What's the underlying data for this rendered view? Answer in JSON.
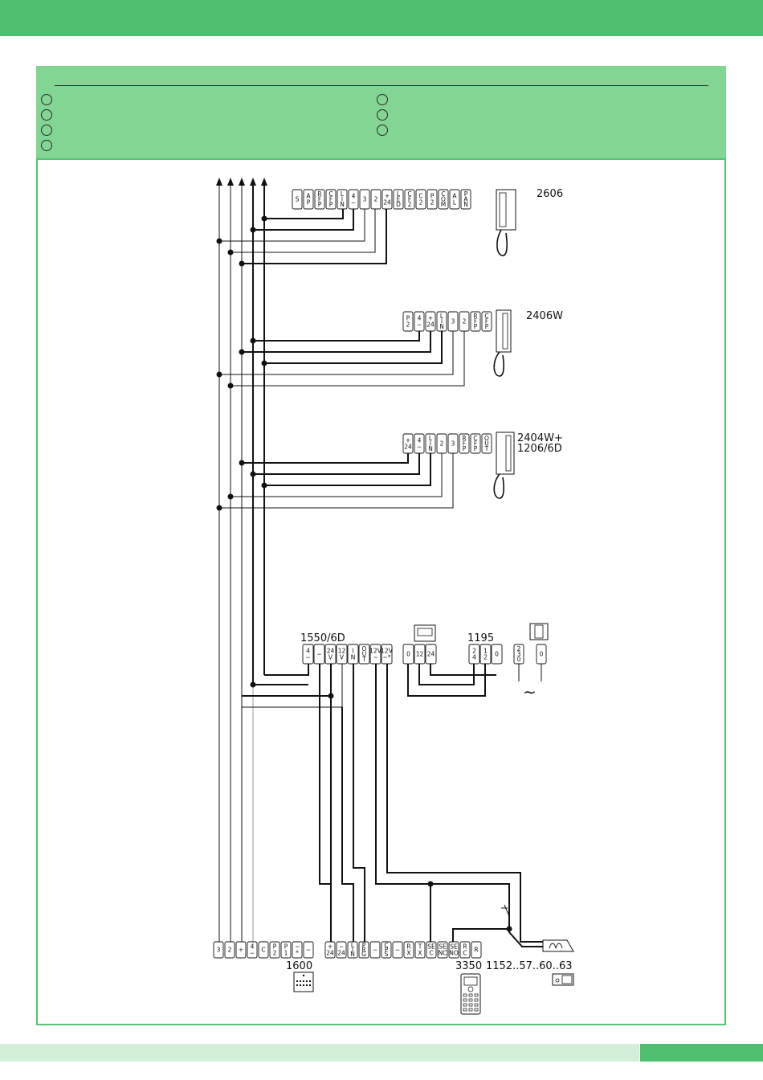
{
  "colors": {
    "brand_green": "#4dbf6e",
    "header_panel": "#82d592",
    "footer_light": "#d3efd8"
  },
  "devices": {
    "monitor_2606": {
      "label": "2606",
      "terminals": [
        "S",
        "A P",
        "R F P",
        "C F P",
        "L I N",
        "4 −",
        "3",
        "2",
        "+ 24",
        "L E D",
        "C F 2",
        "C 2",
        "P 2",
        "C O M",
        "A L",
        "P A N"
      ]
    },
    "interphone_2406w": {
      "label": "2406W",
      "terminals": [
        "P 2",
        "4 −",
        "+ 24",
        "L I N",
        "3",
        "2",
        "R F P",
        "C F P"
      ]
    },
    "interphone_2404w": {
      "label": "2404W+",
      "label2": "1206/6D",
      "terminals": [
        "+ 24",
        "4 −",
        "L I N",
        "2",
        "3",
        "R F P",
        "C F P",
        "O U T"
      ]
    },
    "power_1550": {
      "label": "1550/6D",
      "terminals": [
        "4 −",
        "−",
        "24 V",
        "12 V",
        "I N",
        "O U T",
        "12V ~",
        "12V ~*"
      ]
    },
    "transformer_left": {
      "terminals": [
        "0",
        "12",
        "24"
      ]
    },
    "power_1195": {
      "label": "1195",
      "terminals": [
        "2 4",
        "1 2",
        "0"
      ]
    },
    "mains_block": {
      "terminals": [
        "2 3 0",
        "0"
      ],
      "symbol": "∼"
    },
    "panel_1600": {
      "label": "1600",
      "terminals": [
        "3",
        "2",
        "+",
        "4 −",
        "C",
        "P 2",
        "P 1",
        "~ *",
        "~"
      ]
    },
    "keypad_3350": {
      "label": "3350",
      "terminals": [
        "+ 24",
        "− 24",
        "L I N",
        "P R G",
        "−",
        "C P S",
        "−",
        "R X",
        "T X",
        "SE C",
        "SE NC",
        "SE NO",
        "R C",
        "R"
      ]
    },
    "lock_1152": {
      "label": "1152..57..60..63"
    }
  }
}
